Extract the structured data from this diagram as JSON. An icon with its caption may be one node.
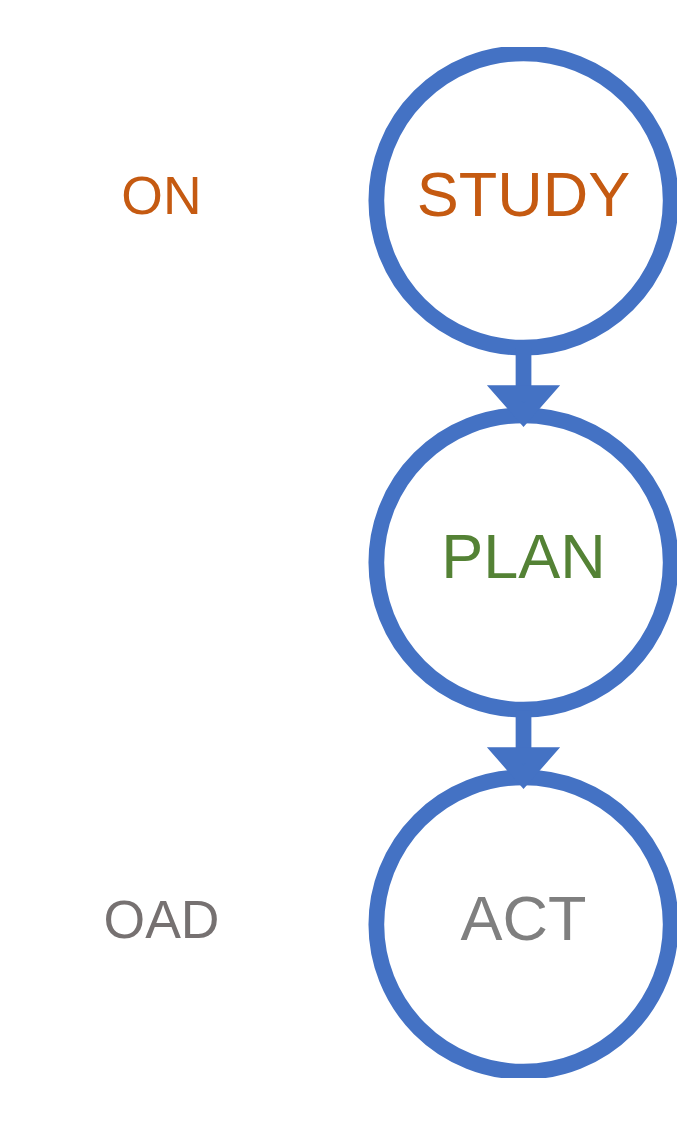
{
  "diagram": {
    "nodes": [
      {
        "text": [
          "STUDY"
        ]
      },
      {
        "text": [
          "PLAN"
        ]
      },
      {
        "text": [
          "ACT"
        ]
      }
    ],
    "edges": [
      {
        "from": 0,
        "to": 1,
        "arrow": "to"
      },
      {
        "from": 1,
        "to": 2,
        "arrow": "to"
      }
    ],
    "labels": [
      "ON",
      "OAD"
    ]
  }
}
